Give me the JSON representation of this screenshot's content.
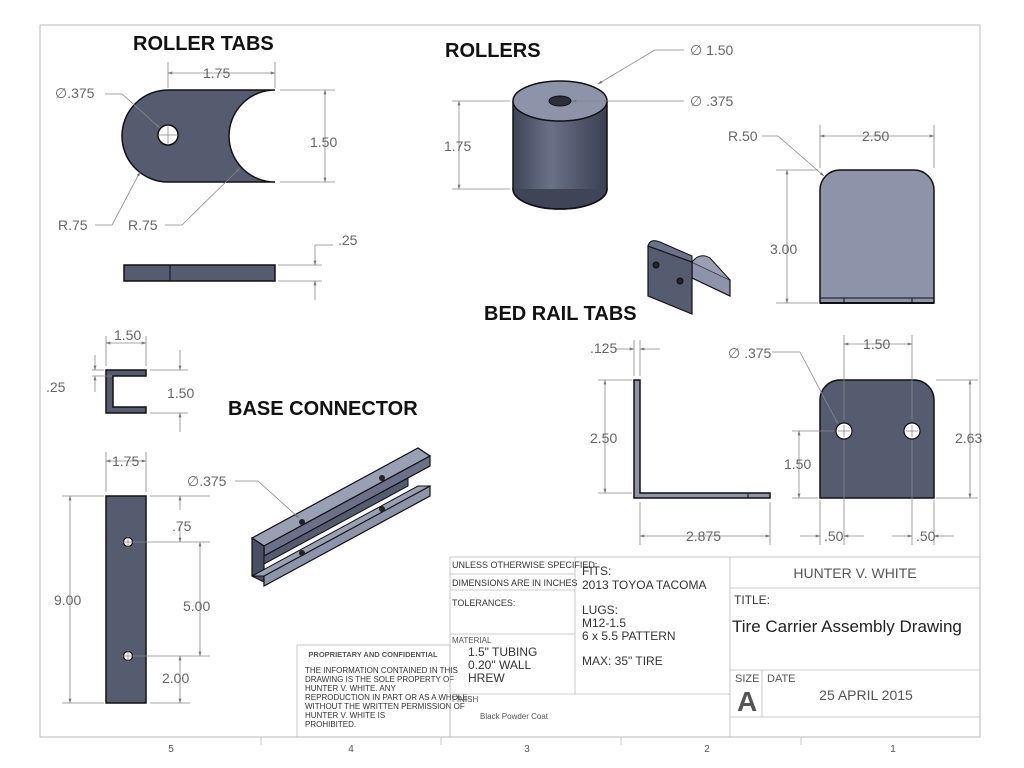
{
  "headings": {
    "roller_tabs": "ROLLER TABS",
    "rollers": "ROLLERS",
    "bed_rail_tabs": "BED RAIL TABS",
    "base_connector": "BASE CONNECTOR"
  },
  "dimensions": {
    "rt_width": "1.75",
    "rt_hole": "∅.375",
    "rt_height": "1.50",
    "rt_radius_left": "R.75",
    "rt_radius_right": "R.75",
    "rt_thickness": ".25",
    "r_outer": "∅ 1.50",
    "r_inner": "∅ .375",
    "r_height": "1.75",
    "brt_radius": "R.50",
    "brt_width": "2.50",
    "brt_height": "3.00",
    "brt_thickness": ".125",
    "brt_side_height": "2.50",
    "brt_length": "2.875",
    "brt_hole": "∅ .375",
    "brt_hole_spacing": "1.50",
    "brt_hole_height": "1.50",
    "brt_total_height": "2.63",
    "brt_edge_left": ".50",
    "brt_edge_right": ".50",
    "bc_width": "1.50",
    "bc_wall": ".25",
    "bc_height": "1.50",
    "bc_face_width": "1.75",
    "bc_length": "9.00",
    "bc_top_offset": ".75",
    "bc_hole_spacing": "5.00",
    "bc_bottom_offset": "2.00",
    "bc_hole": "∅.375"
  },
  "title_block": {
    "unless": "UNLESS OTHERWISE SPECIFIED:",
    "dims_inches": "DIMENSIONS ARE IN INCHES",
    "tolerances": "TOLERANCES:",
    "material_label": "MATERIAL",
    "material_1": "1.5\" TUBING",
    "material_2": "0.20\" WALL",
    "material_3": "HREW",
    "finish_label": "FINISH",
    "finish": "Black Powder Coat",
    "fits_label": "FITS:",
    "fits": "2013 TOYOA TACOMA",
    "lugs_label": "LUGS:",
    "lugs_1": "M12-1.5",
    "lugs_2": "6 x 5.5 PATTERN",
    "max": "MAX: 35\" TIRE",
    "author": "HUNTER V. WHITE",
    "title_label": "TITLE:",
    "title": "Tire Carrier Assembly Drawing",
    "size_label": "SIZE",
    "size": "A",
    "date_label": "DATE",
    "date": "25 APRIL 2015"
  },
  "proprietary": {
    "heading": "PROPRIETARY AND CONFIDENTIAL",
    "line1": "THE INFORMATION CONTAINED IN THIS",
    "line2": "DRAWING IS THE SOLE PROPERTY OF",
    "line3": "HUNTER V. WHITE.  ANY",
    "line4": "REPRODUCTION IN PART OR AS A WHOLE",
    "line5": "WITHOUT THE WRITTEN PERMISSION OF",
    "line6": "HUNTER V. WHITE  IS",
    "line7": "PROHIBITED."
  },
  "zones": [
    "5",
    "4",
    "3",
    "2",
    "1"
  ]
}
